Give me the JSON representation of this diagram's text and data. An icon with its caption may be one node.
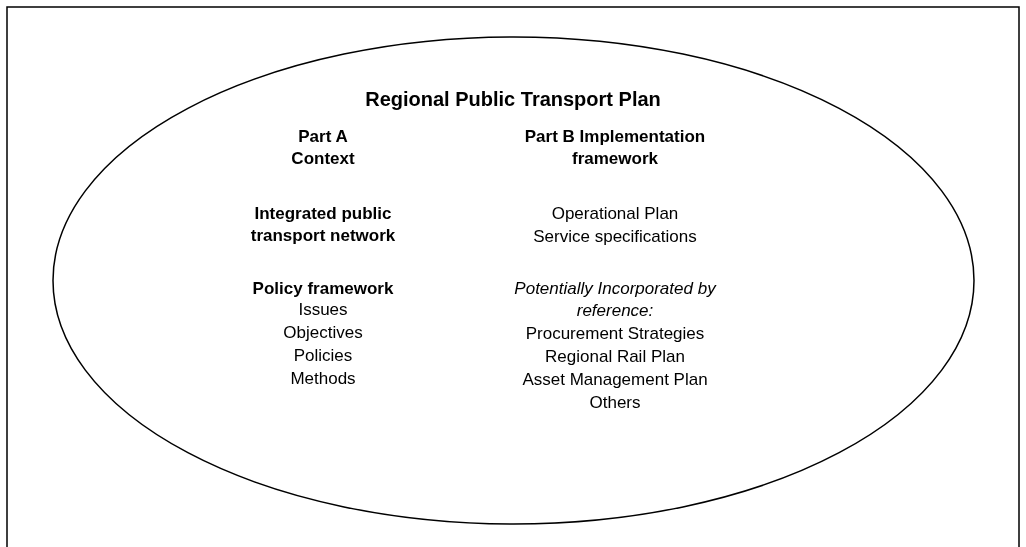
{
  "diagram": {
    "nodes": [
      {
        "text": [
          "Regional Public Transport Plan",
          "Part A Context",
          "Integrated public transport network",
          "Policy framework",
          "Issues",
          "Objectives",
          "Policies",
          "Methods",
          "Part B Implementation framework",
          "Operational Plan",
          "Service specifications",
          "Potentially Incorporated by reference:",
          "Procurement Strategies",
          "Regional Rail Plan",
          "Asset Management Plan",
          "Others"
        ]
      }
    ],
    "edges": []
  }
}
